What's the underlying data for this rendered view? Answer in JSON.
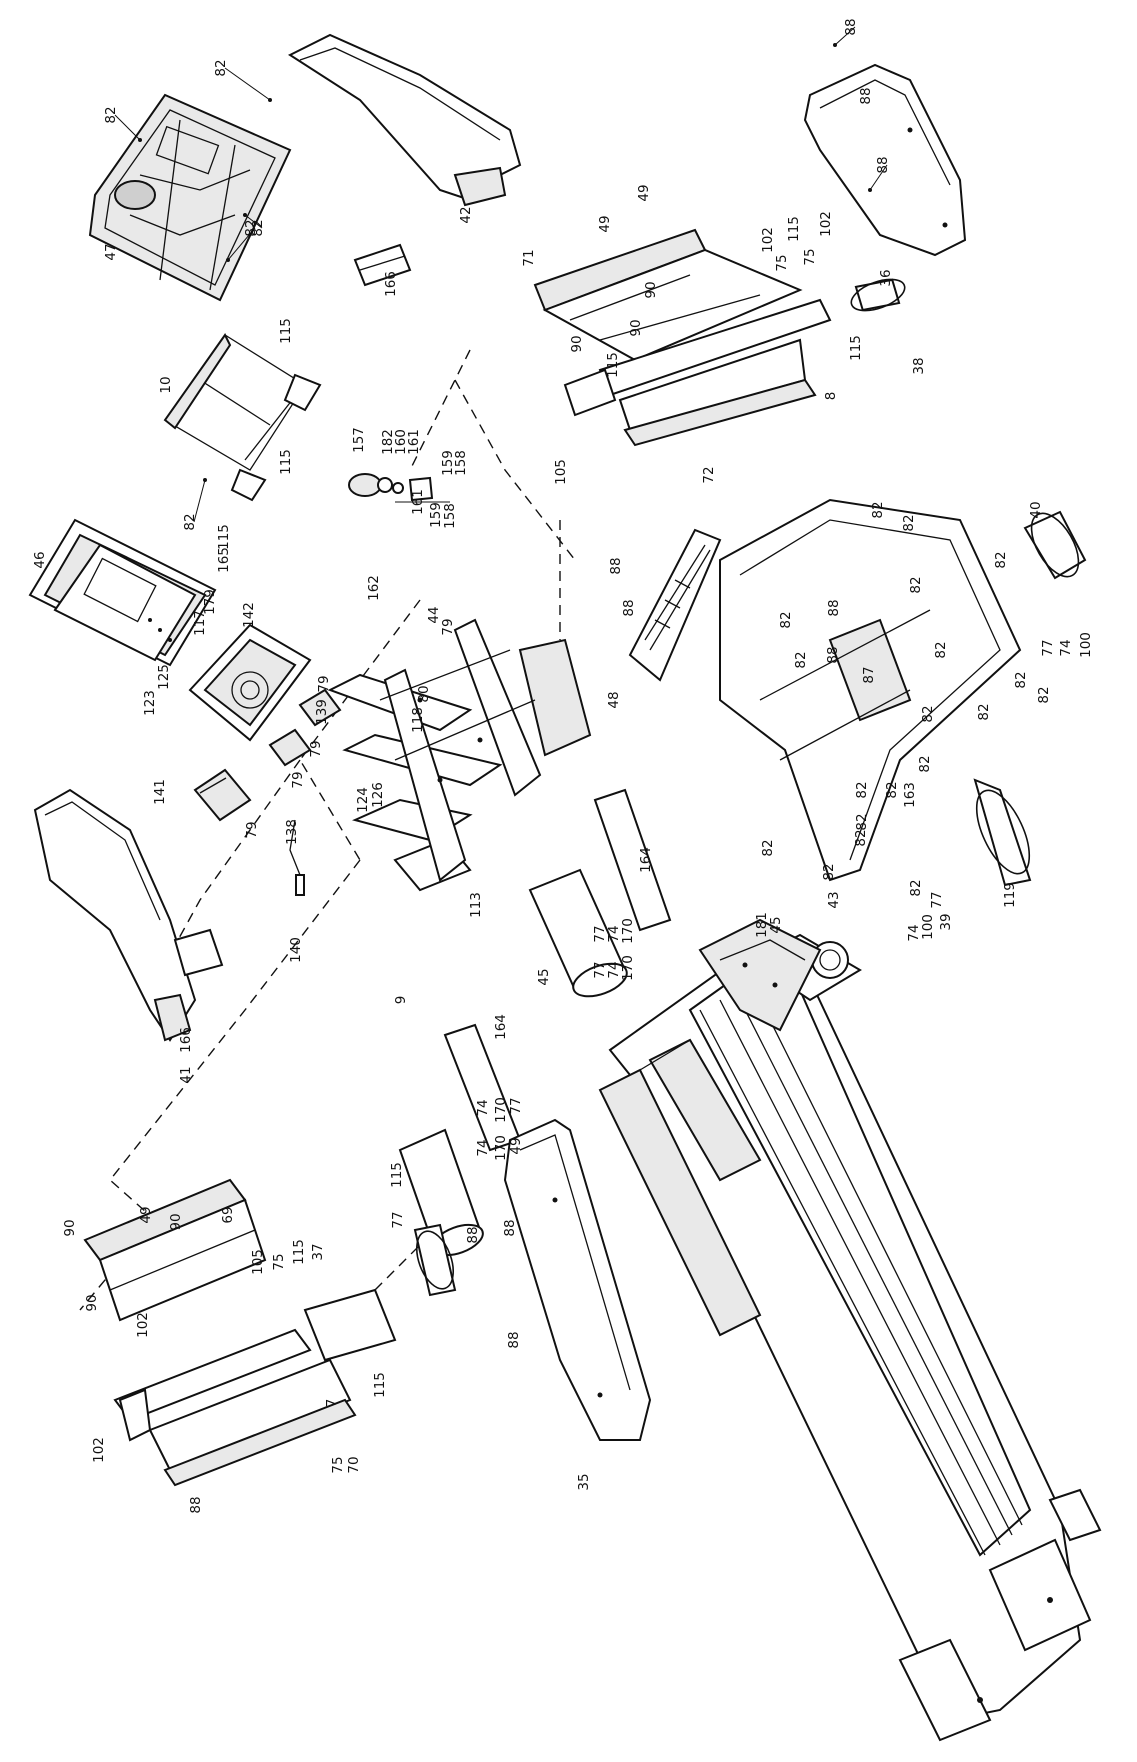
{
  "callouts": [
    {
      "text": "82"
    },
    {
      "text": "82"
    },
    {
      "text": "82"
    },
    {
      "text": "82"
    },
    {
      "text": "47"
    },
    {
      "text": "42"
    },
    {
      "text": "166"
    },
    {
      "text": "88"
    },
    {
      "text": "88"
    },
    {
      "text": "88"
    },
    {
      "text": "36"
    },
    {
      "text": "49"
    },
    {
      "text": "49"
    },
    {
      "text": "71"
    },
    {
      "text": "90"
    },
    {
      "text": "90"
    },
    {
      "text": "102"
    },
    {
      "text": "75"
    },
    {
      "text": "115"
    },
    {
      "text": "75"
    },
    {
      "text": "102"
    },
    {
      "text": "115"
    },
    {
      "text": "38"
    },
    {
      "text": "8"
    },
    {
      "text": "90"
    },
    {
      "text": "115"
    },
    {
      "text": "105"
    },
    {
      "text": "72"
    },
    {
      "text": "10"
    },
    {
      "text": "115"
    },
    {
      "text": "115"
    },
    {
      "text": "82"
    },
    {
      "text": "115"
    },
    {
      "text": "157"
    },
    {
      "text": "182"
    },
    {
      "text": "160"
    },
    {
      "text": "161"
    },
    {
      "text": "159"
    },
    {
      "text": "158"
    },
    {
      "text": "161"
    },
    {
      "text": "159"
    },
    {
      "text": "158"
    },
    {
      "text": "46"
    },
    {
      "text": "165"
    },
    {
      "text": "179"
    },
    {
      "text": "117"
    },
    {
      "text": "142"
    },
    {
      "text": "125"
    },
    {
      "text": "123"
    },
    {
      "text": "79"
    },
    {
      "text": "139"
    },
    {
      "text": "79"
    },
    {
      "text": "79"
    },
    {
      "text": "138"
    },
    {
      "text": "141"
    },
    {
      "text": "79"
    },
    {
      "text": "162"
    },
    {
      "text": "44"
    },
    {
      "text": "79"
    },
    {
      "text": "118"
    },
    {
      "text": "80"
    },
    {
      "text": "124"
    },
    {
      "text": "126"
    },
    {
      "text": "113"
    },
    {
      "text": "140"
    },
    {
      "text": "166"
    },
    {
      "text": "41"
    },
    {
      "text": "9"
    },
    {
      "text": "164"
    },
    {
      "text": "164"
    },
    {
      "text": "45"
    },
    {
      "text": "77"
    },
    {
      "text": "74"
    },
    {
      "text": "170"
    },
    {
      "text": "77"
    },
    {
      "text": "74"
    },
    {
      "text": "170"
    },
    {
      "text": "88"
    },
    {
      "text": "88"
    },
    {
      "text": "48"
    },
    {
      "text": "40"
    },
    {
      "text": "82"
    },
    {
      "text": "82"
    },
    {
      "text": "82"
    },
    {
      "text": "82"
    },
    {
      "text": "88"
    },
    {
      "text": "88"
    },
    {
      "text": "82"
    },
    {
      "text": "82"
    },
    {
      "text": "82"
    },
    {
      "text": "82"
    },
    {
      "text": "87"
    },
    {
      "text": "82"
    },
    {
      "text": "82"
    },
    {
      "text": "82"
    },
    {
      "text": "82"
    },
    {
      "text": "82"
    },
    {
      "text": "163"
    },
    {
      "text": "82"
    },
    {
      "text": "77"
    },
    {
      "text": "74"
    },
    {
      "text": "100"
    },
    {
      "text": "82"
    },
    {
      "text": "82"
    },
    {
      "text": "82"
    },
    {
      "text": "82"
    },
    {
      "text": "82"
    },
    {
      "text": "43"
    },
    {
      "text": "77"
    },
    {
      "text": "74"
    },
    {
      "text": "100"
    },
    {
      "text": "39"
    },
    {
      "text": "119"
    },
    {
      "text": "181"
    },
    {
      "text": "45"
    },
    {
      "text": "77"
    },
    {
      "text": "74"
    },
    {
      "text": "170"
    },
    {
      "text": "77"
    },
    {
      "text": "74"
    },
    {
      "text": "170"
    },
    {
      "text": "49"
    },
    {
      "text": "49"
    },
    {
      "text": "69"
    },
    {
      "text": "90"
    },
    {
      "text": "90"
    },
    {
      "text": "90"
    },
    {
      "text": "105"
    },
    {
      "text": "102"
    },
    {
      "text": "75"
    },
    {
      "text": "115"
    },
    {
      "text": "37"
    },
    {
      "text": "115"
    },
    {
      "text": "7"
    },
    {
      "text": "115"
    },
    {
      "text": "102"
    },
    {
      "text": "75"
    },
    {
      "text": "70"
    },
    {
      "text": "88"
    },
    {
      "text": "88"
    },
    {
      "text": "88"
    },
    {
      "text": "88"
    },
    {
      "text": "35"
    }
  ]
}
